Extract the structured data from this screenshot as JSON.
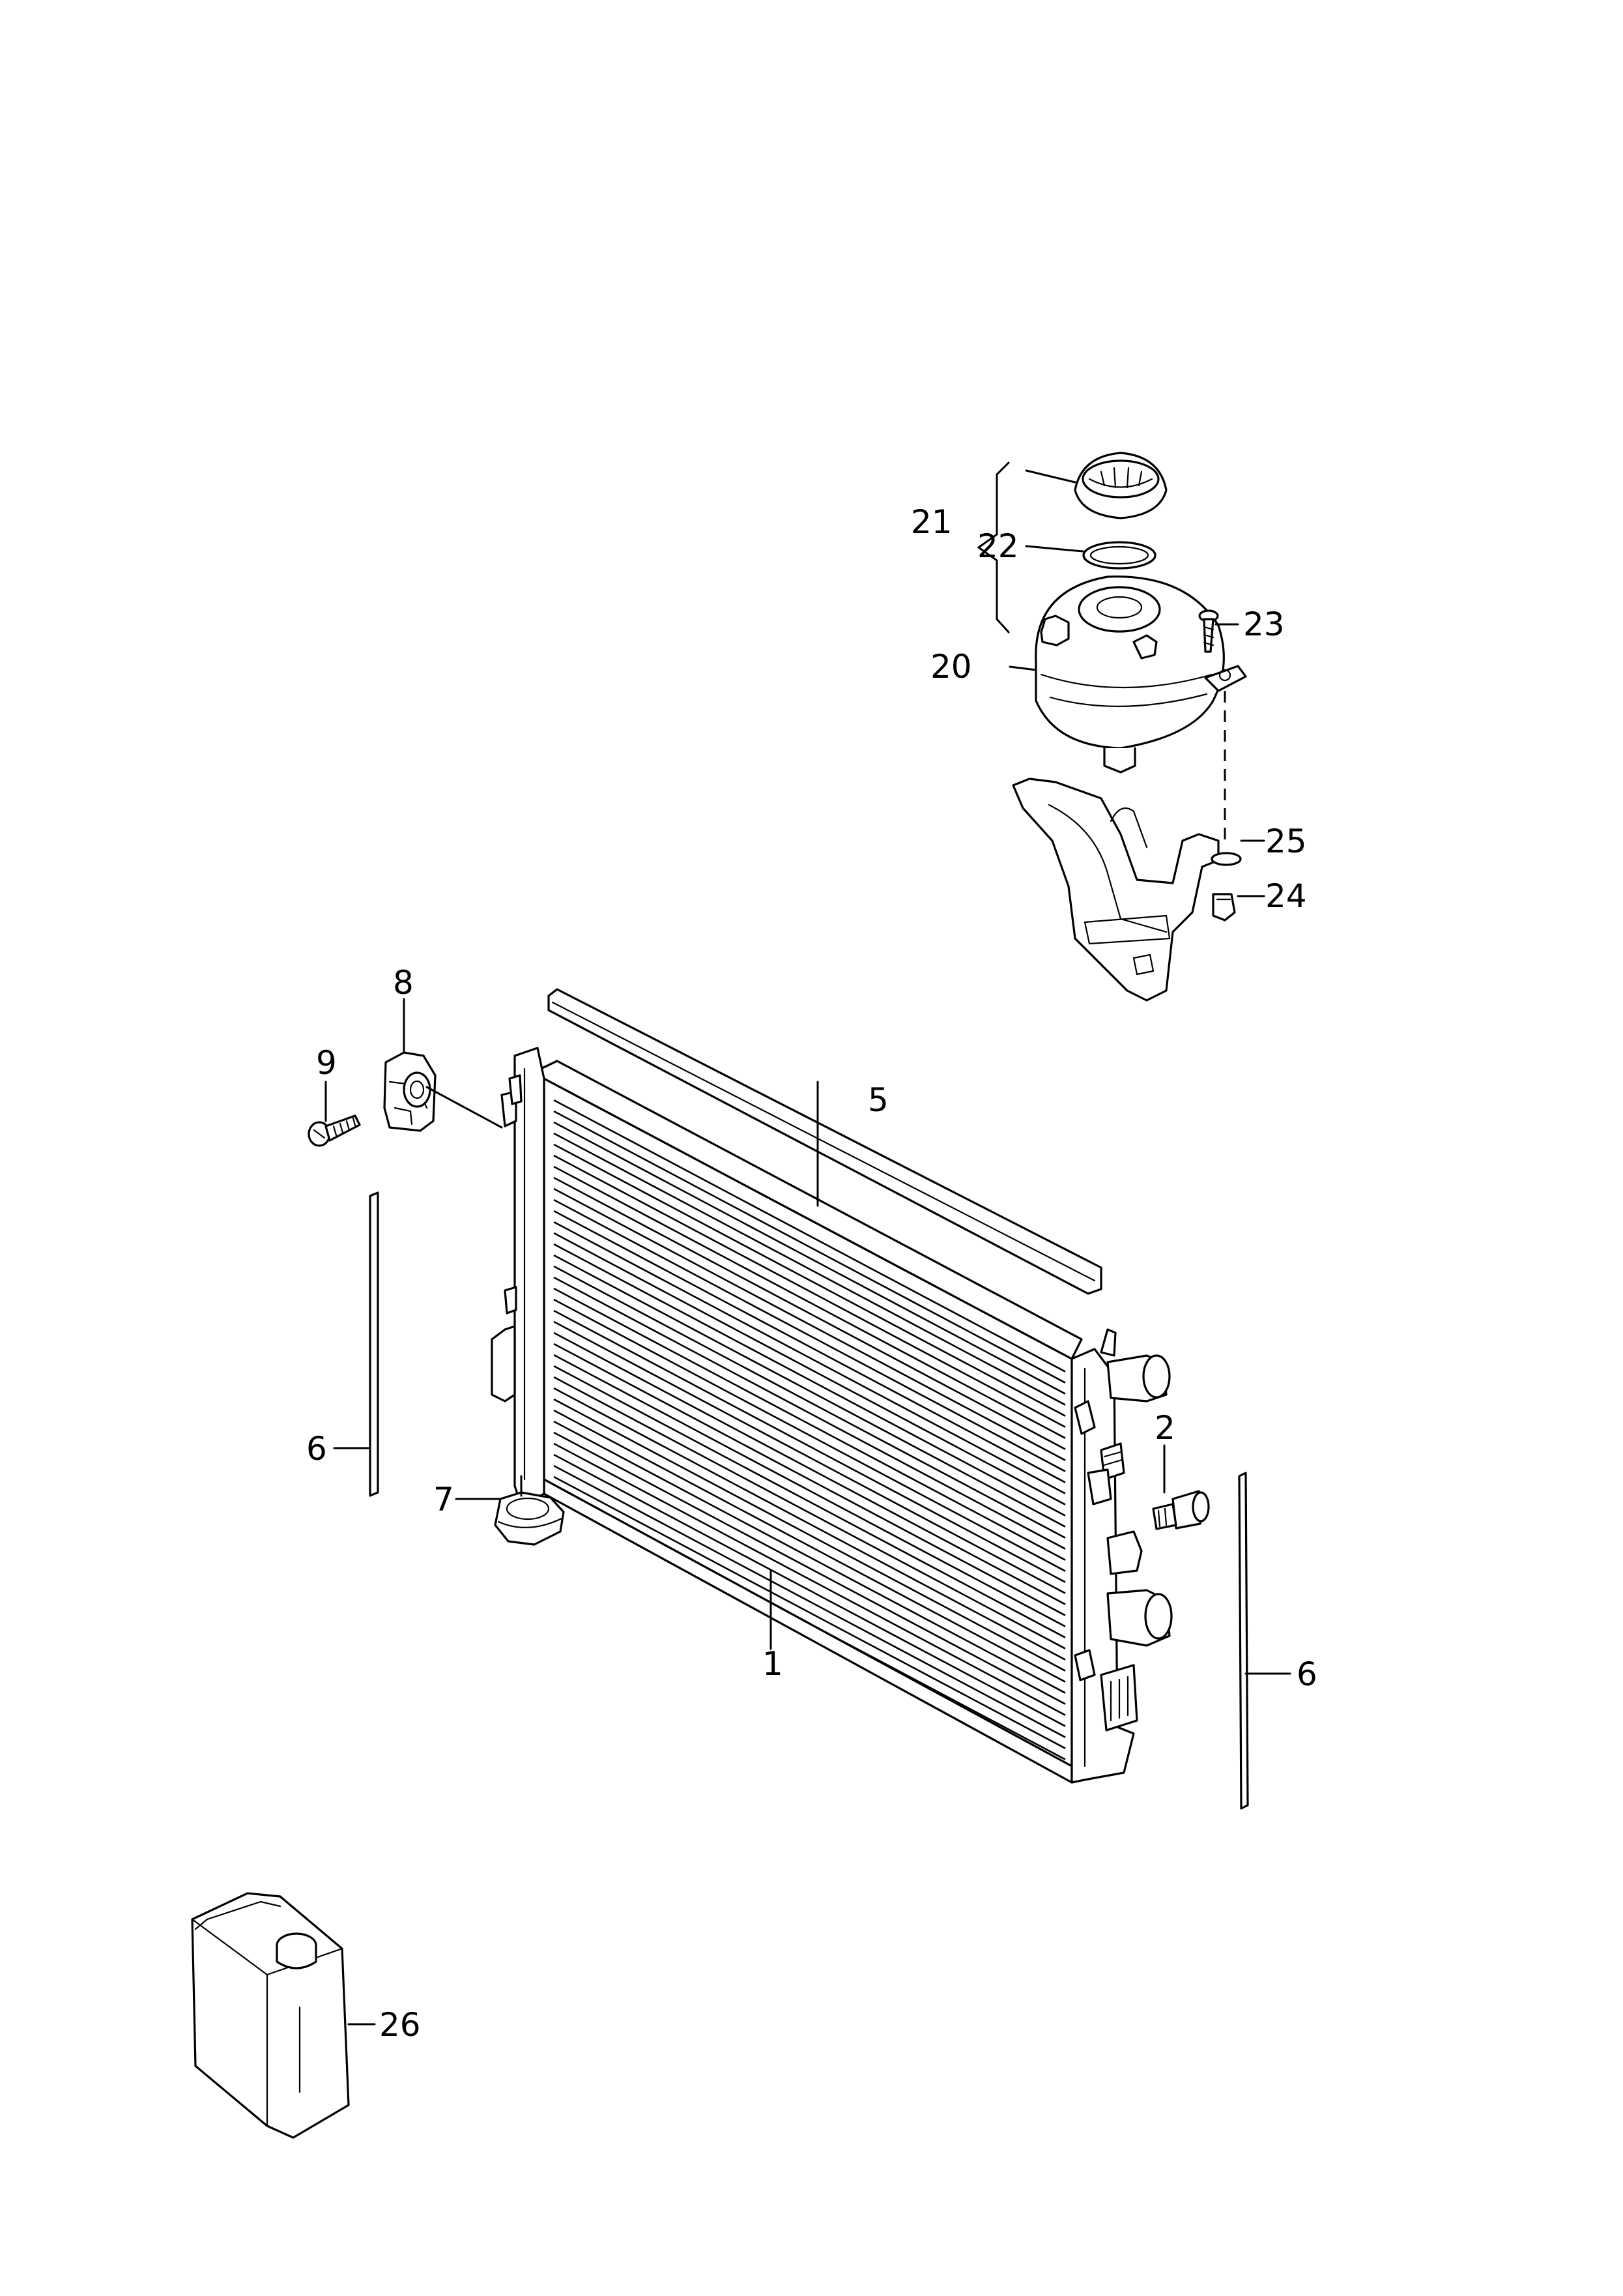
{
  "diagram": {
    "callouts": {
      "c1": "1",
      "c2": "2",
      "c5": "5",
      "c6a": "6",
      "c6b": "6",
      "c7": "7",
      "c8": "8",
      "c9": "9",
      "c20": "20",
      "c21": "21",
      "c22": "22",
      "c23": "23",
      "c24": "24",
      "c25": "25",
      "c26": "26"
    }
  }
}
